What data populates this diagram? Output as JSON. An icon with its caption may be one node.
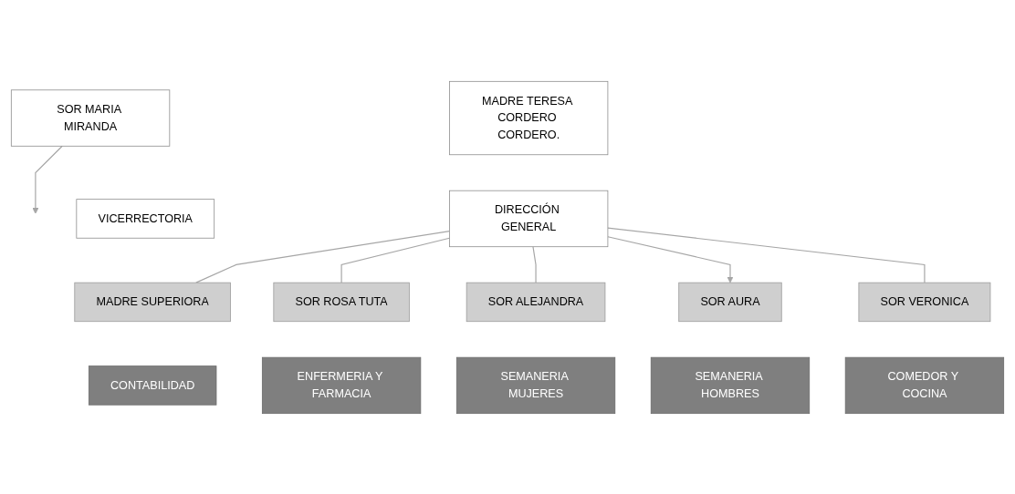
{
  "diagram": {
    "nodes": [
      {
        "text": [
          "MADRE TERESA CORDERO CORDERO."
        ]
      },
      {
        "text": [
          "DIRECCIÓN GENERAL"
        ]
      },
      {
        "text": [
          "SOR MARIA MIRANDA"
        ]
      },
      {
        "text": [
          "VICERRECTORIA"
        ]
      },
      {
        "text": [
          "MADRE SUPERIORA"
        ]
      },
      {
        "text": [
          "CONTABILIDAD"
        ]
      },
      {
        "text": [
          "SOR ROSA TUTA"
        ]
      },
      {
        "text": [
          "ENFERMERIA Y FARMACIA"
        ]
      },
      {
        "text": [
          "SOR ALEJANDRA"
        ]
      },
      {
        "text": [
          "SEMANERIA MUJERES"
        ]
      },
      {
        "text": [
          "SOR AURA"
        ]
      },
      {
        "text": [
          "SEMANERIA HOMBRES"
        ]
      },
      {
        "text": [
          "SOR VERONICA"
        ]
      },
      {
        "text": [
          "COMEDOR Y COCINA"
        ]
      }
    ],
    "edges": [
      {
        "from": 2,
        "to": null,
        "arrow": "to"
      },
      {
        "from": 1,
        "to": 4,
        "arrow": "none"
      },
      {
        "from": 1,
        "to": 6,
        "arrow": "none"
      },
      {
        "from": 1,
        "to": 8,
        "arrow": "none"
      },
      {
        "from": 1,
        "to": 10,
        "arrow": "to"
      },
      {
        "from": 1,
        "to": 12,
        "arrow": "none"
      }
    ]
  }
}
